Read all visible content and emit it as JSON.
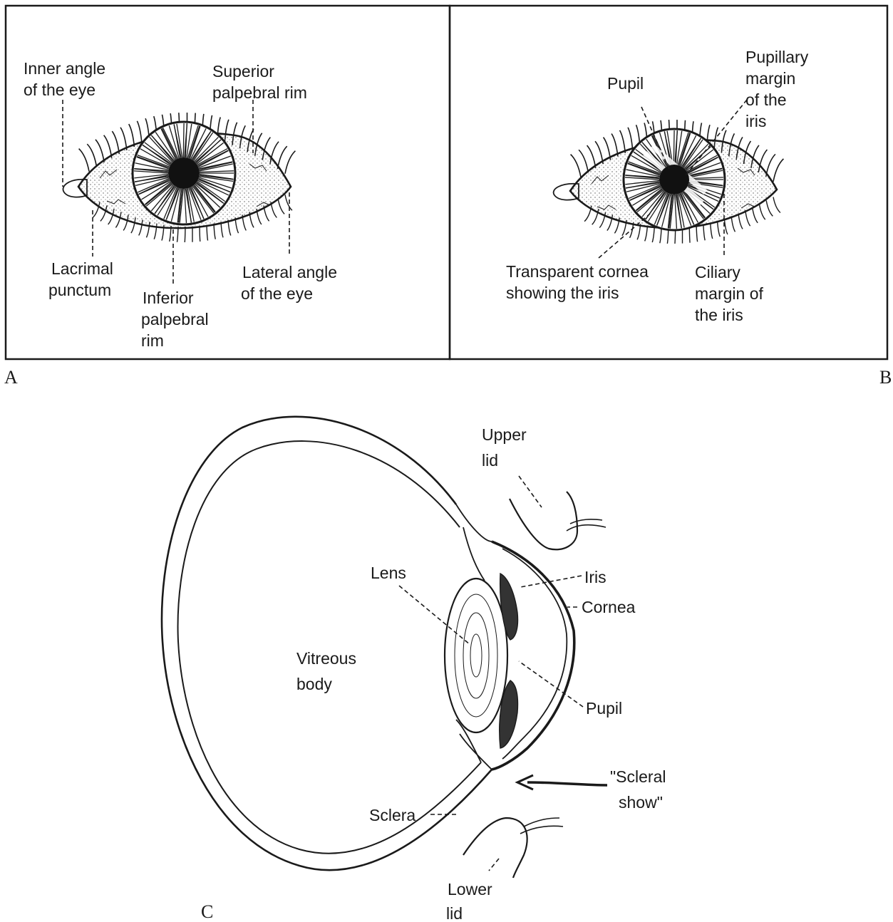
{
  "panels": {
    "a": {
      "letter": "A",
      "labels": {
        "inner_angle": [
          "Inner angle",
          "of the eye"
        ],
        "superior_rim": [
          "Superior",
          "palpebral rim"
        ],
        "lacrimal_punctum": [
          "Lacrimal",
          "punctum"
        ],
        "inferior_rim": [
          "Inferior",
          "palpebral",
          "rim"
        ],
        "lateral_angle": [
          "Lateral angle",
          "of the eye"
        ]
      }
    },
    "b": {
      "letter": "B",
      "labels": {
        "pupil": [
          "Pupil"
        ],
        "pupillary_margin": [
          "Pupillary",
          "margin",
          "of the",
          "iris"
        ],
        "transparent_cornea": [
          "Transparent cornea",
          "showing the iris"
        ],
        "ciliary_margin": [
          "Ciliary",
          "margin of",
          "the iris"
        ]
      }
    },
    "c": {
      "letter": "C",
      "labels": {
        "upper_lid": [
          "Upper",
          "lid"
        ],
        "lens": [
          "Lens"
        ],
        "iris": [
          "Iris"
        ],
        "cornea": [
          "Cornea"
        ],
        "vitreous_body": [
          "Vitreous",
          "body"
        ],
        "pupil": [
          "Pupil"
        ],
        "scleral_show": [
          "\"Scleral",
          "show\""
        ],
        "sclera": [
          "Sclera"
        ],
        "lower_lid": [
          "Lower",
          "lid"
        ]
      }
    }
  }
}
